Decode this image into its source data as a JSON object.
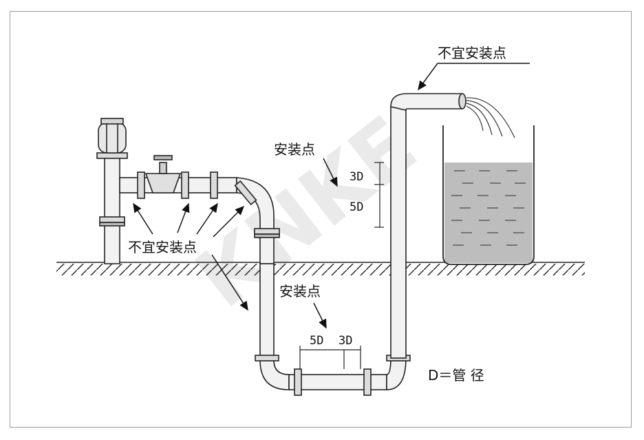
{
  "labels": {
    "not_recommended_top": "不宜安装点",
    "recommended_vertical": "安装点",
    "not_recommended_left": "不宜安装点",
    "recommended_horizontal": "安装点",
    "vertical_upper": "3D",
    "vertical_lower": "5D",
    "horizontal_left": "5D",
    "horizontal_right": "3D",
    "legend": "D＝管 径"
  },
  "watermark": "KNKE"
}
